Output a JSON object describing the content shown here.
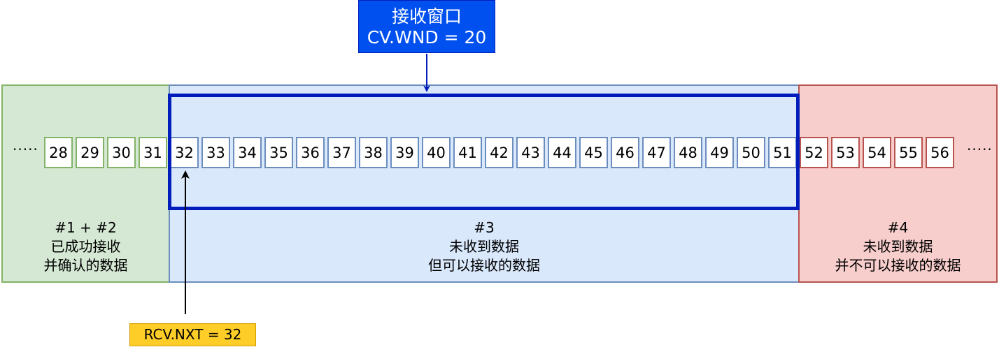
{
  "receive_window": {
    "title": "接收窗口",
    "value": "CV.WND = 20"
  },
  "next_pointer": {
    "label": "RCV.NXT = 32"
  },
  "ellipsis_left": "·····",
  "ellipsis_right": "·····",
  "regions": [
    {
      "lines": [
        "#1 + #2",
        "已成功接收",
        "并确认的数据"
      ],
      "color": "#d5e8d4"
    },
    {
      "lines": [
        "#3",
        "未收到数据",
        "但可以接收的数据"
      ],
      "color": "#dae8fc"
    },
    {
      "lines": [
        "#4",
        "未收到数据",
        "并不可以接收的数据"
      ],
      "color": "#f8cecc"
    }
  ],
  "sequence": {
    "received": [
      "28",
      "29",
      "30",
      "31"
    ],
    "window": [
      "32",
      "33",
      "34",
      "35",
      "36",
      "37",
      "38",
      "39",
      "40",
      "41",
      "42",
      "43",
      "44",
      "45",
      "46",
      "47",
      "48",
      "49",
      "50",
      "51"
    ],
    "beyond": [
      "52",
      "53",
      "54",
      "55",
      "56"
    ]
  },
  "colors": {
    "window_border": "#001dbc",
    "window_label_bg": "#0050ef",
    "pointer_label_bg": "#ffcd28",
    "received_border": "#82b366",
    "window_cell_border": "#6c8ebf",
    "beyond_border": "#b85450"
  }
}
